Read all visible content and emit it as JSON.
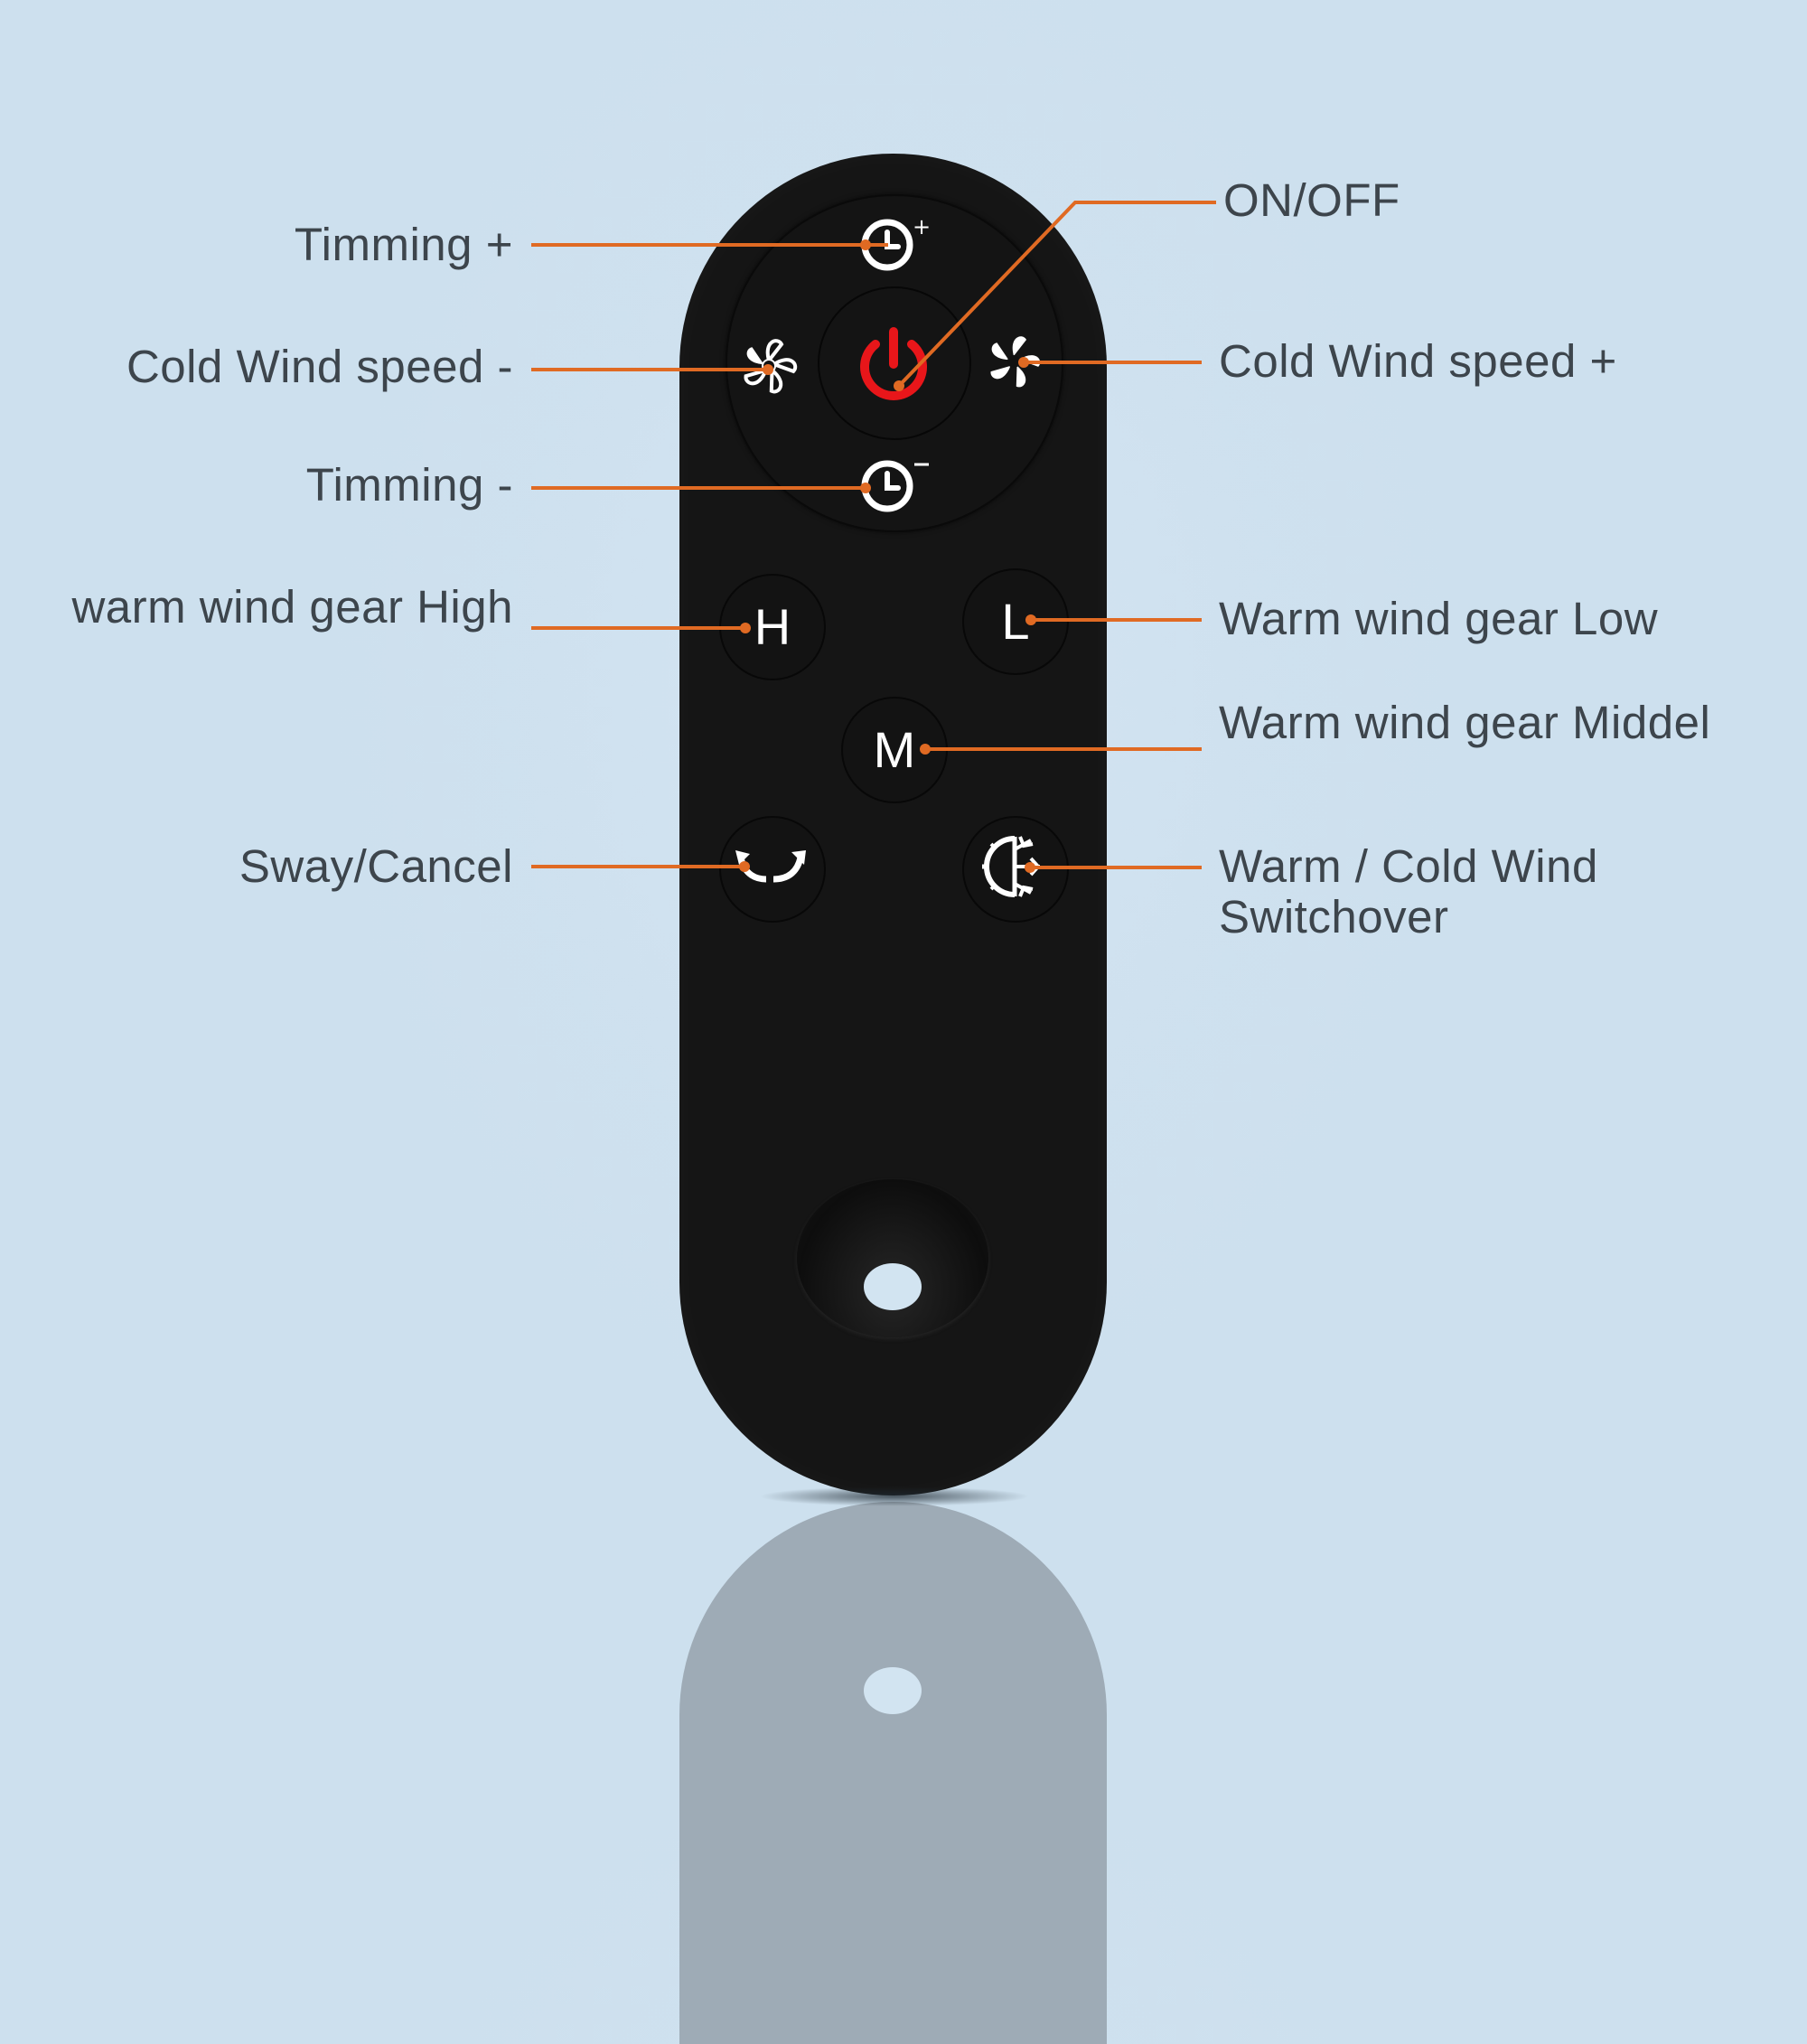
{
  "labels": {
    "timer_plus": "Timming +",
    "cold_wind_minus": "Cold Wind speed -",
    "timer_minus": "Timming -",
    "warm_high": "warm wind gear High",
    "sway_cancel": "Sway/Cancel",
    "on_off": "ON/OFF",
    "cold_wind_plus": "Cold Wind speed +",
    "warm_low": "Warm wind gear Low",
    "warm_middle": "Warm wind gear Middel",
    "switch_line1": "Warm / Cold Wind",
    "switch_line2": "Switchover"
  },
  "buttons": {
    "high": "H",
    "low": "L",
    "middle": "M"
  },
  "icons": {
    "power": "power-icon",
    "timer_plus": "timer-plus-icon",
    "timer_minus": "timer-minus-icon",
    "fan_minus": "fan-outline-icon",
    "fan_plus": "fan-solid-icon",
    "sway": "sway-arrows-icon",
    "switch": "sun-snowflake-icon"
  },
  "colors": {
    "background": "#cfe1ef",
    "remote": "#151515",
    "leader": "#e06a23",
    "power": "#e8161a",
    "text": "#3d454c"
  }
}
